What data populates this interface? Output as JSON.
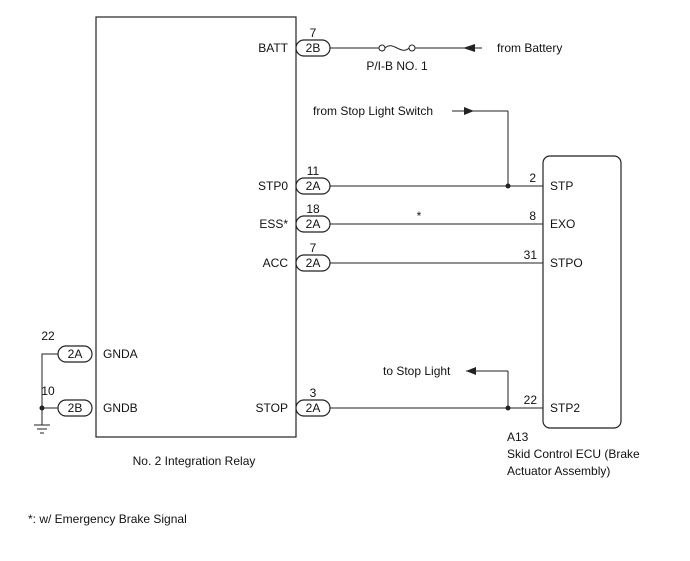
{
  "relay": {
    "name": "No. 2 Integration Relay",
    "pins": {
      "batt": {
        "label": "BATT",
        "pin": "7",
        "conn": "2B"
      },
      "stp0": {
        "label": "STP0",
        "pin": "11",
        "conn": "2A"
      },
      "ess": {
        "label": "ESS*",
        "pin": "18",
        "conn": "2A"
      },
      "acc": {
        "label": "ACC",
        "pin": "7",
        "conn": "2A"
      },
      "stop": {
        "label": "STOP",
        "pin": "3",
        "conn": "2A"
      },
      "gnda": {
        "label": "GNDA",
        "pin": "22",
        "conn": "2A"
      },
      "gndb": {
        "label": "GNDB",
        "pin": "10",
        "conn": "2B"
      }
    }
  },
  "ecu": {
    "code": "A13",
    "name_line1": "Skid Control ECU (Brake",
    "name_line2": "Actuator Assembly)",
    "pins": {
      "stp": {
        "label": "STP",
        "pin": "2"
      },
      "exo": {
        "label": "EXO",
        "pin": "8"
      },
      "stpo": {
        "label": "STPO",
        "pin": "31"
      },
      "stp2": {
        "label": "STP2",
        "pin": "22"
      }
    }
  },
  "fuse_label": "P/I-B NO. 1",
  "from_battery": "from Battery",
  "from_stop_switch": "from Stop Light Switch",
  "to_stop_light": "to Stop Light",
  "ess_wire_mark": "*",
  "footnote": "*: w/ Emergency Brake Signal"
}
